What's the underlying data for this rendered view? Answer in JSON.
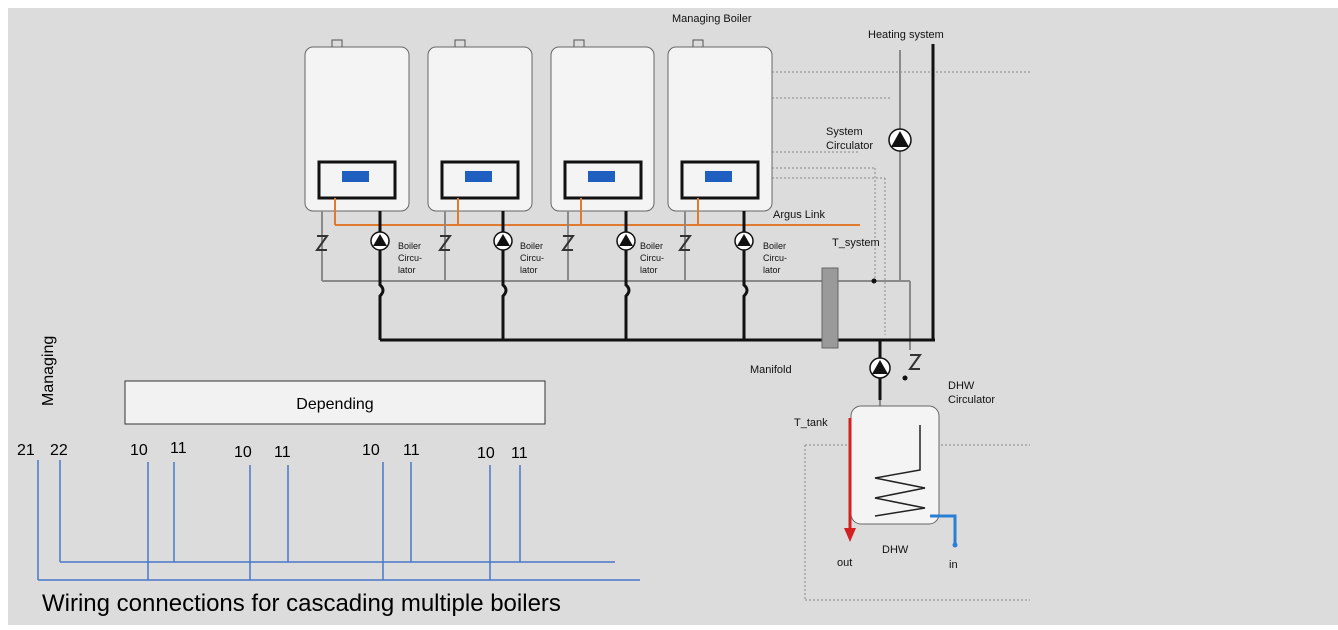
{
  "colors": {
    "background": "#dcdcdc",
    "boiler_fill": "#f4f4f4",
    "pipe": "#111111",
    "return_pipe": "#8a8a8a",
    "argus_link": "#e07a2e",
    "display": "#1f5fbf",
    "wiring": "#4a78c8",
    "hot_out": "#d32020",
    "cold_in": "#2a7fd4"
  },
  "labels": {
    "managing_boiler": "Managing Boiler",
    "heating_system": "Heating system",
    "system_circulator_1": "System",
    "system_circulator_2": "Circulator",
    "argus_link": "Argus Link",
    "t_system": "T_system",
    "manifold": "Manifold",
    "dhw_circulator_1": "DHW",
    "dhw_circulator_2": "Circulator",
    "t_tank": "T_tank",
    "out": "out",
    "in": "in",
    "dhw": "DHW",
    "managing": "Managing",
    "depending": "Depending",
    "caption": "Wiring connections for cascading multiple boilers"
  },
  "boiler_circulator_lines": [
    "Boiler",
    "Circu-",
    "lator"
  ],
  "terminals": [
    {
      "group": "managing",
      "a": "21",
      "b": "22"
    },
    {
      "group": "depending",
      "a": "10",
      "b": "11"
    },
    {
      "group": "depending",
      "a": "10",
      "b": "11"
    },
    {
      "group": "depending",
      "a": "10",
      "b": "11"
    },
    {
      "group": "depending",
      "a": "10",
      "b": "11"
    }
  ]
}
